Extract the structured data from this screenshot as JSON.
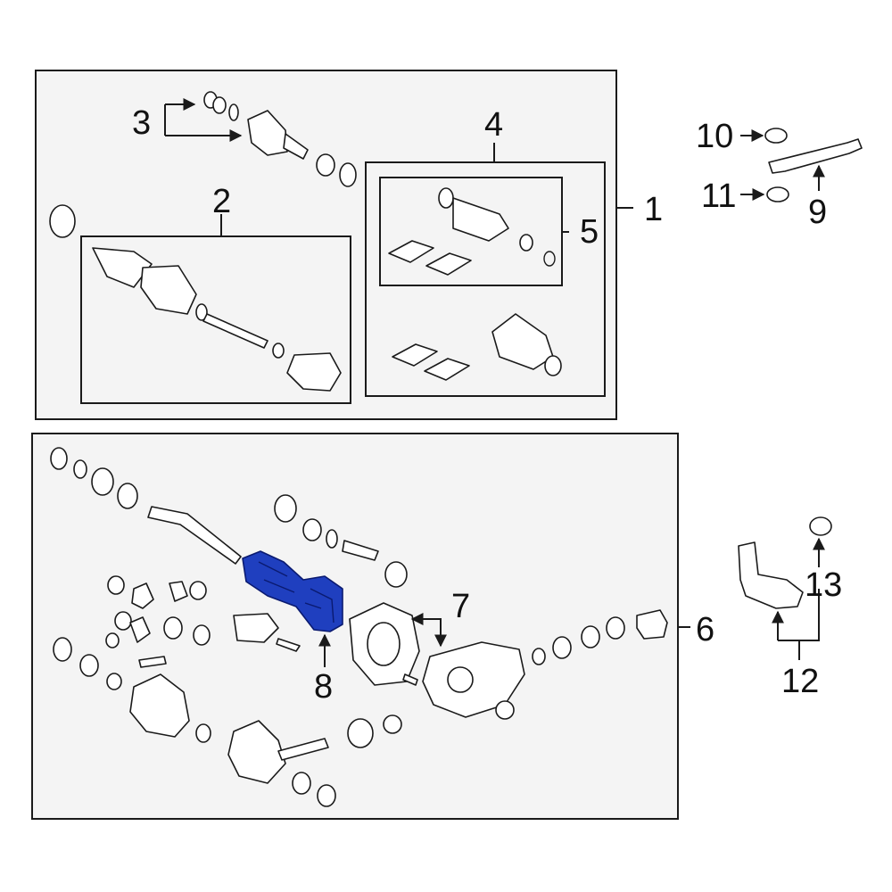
{
  "callouts": {
    "c1": "1",
    "c2": "2",
    "c3": "3",
    "c4": "4",
    "c5": "5",
    "c6": "6",
    "c7": "7",
    "c8": "8",
    "c9": "9",
    "c10": "10",
    "c11": "11",
    "c12": "12",
    "c13": "13"
  },
  "colors": {
    "highlight": "#1f3fbf",
    "panel_bg": "#f4f4f4",
    "line": "#1a1a1a"
  },
  "highlighted_callout": "8"
}
